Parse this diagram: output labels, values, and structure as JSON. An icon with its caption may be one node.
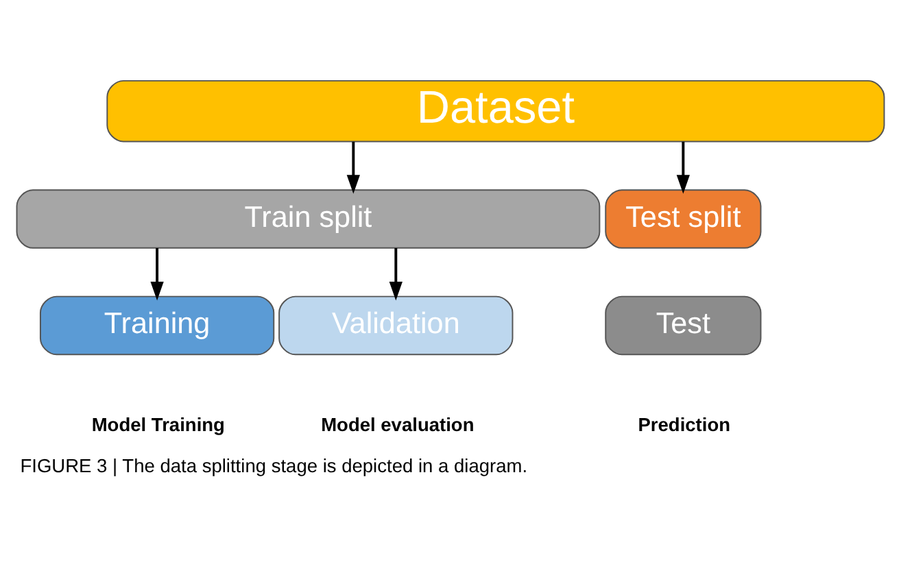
{
  "diagram": {
    "caption": "FIGURE 3 | The data splitting stage is depicted in a diagram.",
    "nodes": [
      {
        "text": [
          "Dataset"
        ]
      },
      {
        "text": [
          "Train split"
        ]
      },
      {
        "text": [
          "Test split"
        ]
      },
      {
        "text": [
          "Training"
        ],
        "beside": [
          "Model Training"
        ]
      },
      {
        "text": [
          "Validation"
        ],
        "beside": [
          "Model evaluation"
        ]
      },
      {
        "text": [
          "Test"
        ],
        "beside": [
          "Prediction"
        ]
      }
    ],
    "edges": [
      {
        "from": 0,
        "to": 1,
        "arrow": "to"
      },
      {
        "from": 0,
        "to": 2,
        "arrow": "to"
      },
      {
        "from": 1,
        "to": 3,
        "arrow": "to"
      },
      {
        "from": 1,
        "to": 4,
        "arrow": "to"
      }
    ]
  }
}
